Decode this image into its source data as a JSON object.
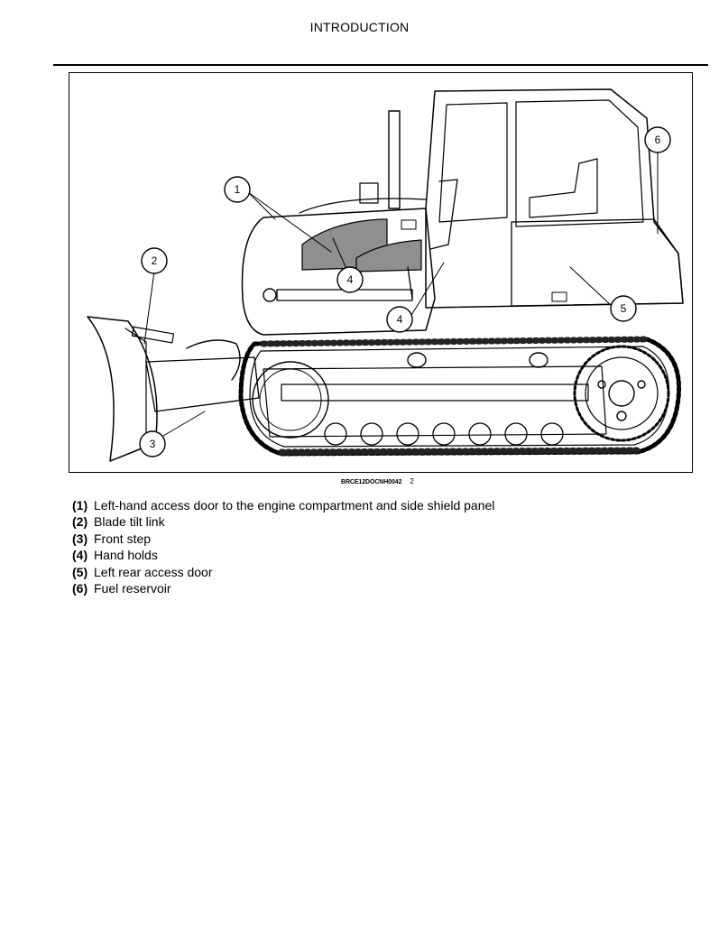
{
  "header": {
    "title": "INTRODUCTION"
  },
  "figure": {
    "callouts": [
      "1",
      "2",
      "3",
      "4",
      "4",
      "5",
      "6"
    ],
    "caption_code": "BRCE12DOCNH0042",
    "caption_number": "2"
  },
  "legend": [
    {
      "num": "(1)",
      "text": "Left-hand access door to the engine compartment and side shield panel"
    },
    {
      "num": "(2)",
      "text": "Blade tilt link"
    },
    {
      "num": "(3)",
      "text": "Front step"
    },
    {
      "num": "(4)",
      "text": "Hand holds"
    },
    {
      "num": "(5)",
      "text": "Left rear access door"
    },
    {
      "num": "(6)",
      "text": "Fuel reservoir"
    }
  ]
}
